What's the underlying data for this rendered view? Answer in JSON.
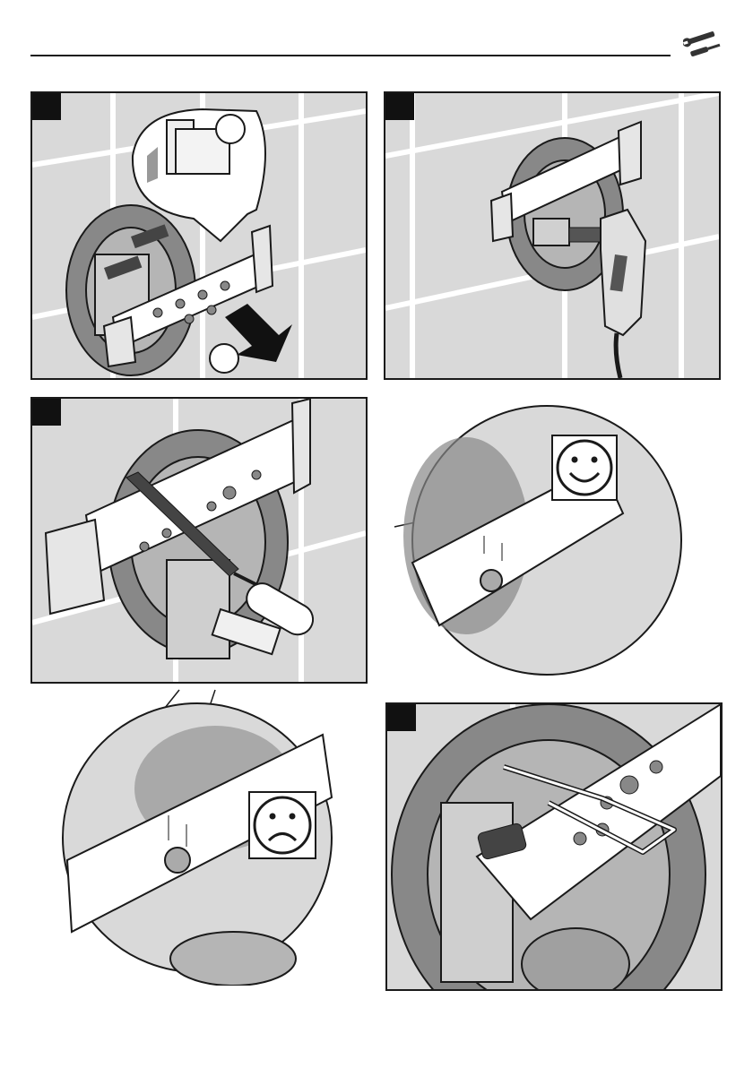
{
  "page": {
    "header_icon": "wrench-screwdriver-icon",
    "accent_color": "#1a1a1a",
    "panel_fill": "#d9d9d9",
    "tile_line_color": "#ffffff"
  },
  "steps": [
    {
      "number": "",
      "scene": "mounting-bar-press-in"
    },
    {
      "number": "",
      "scene": "multitool-cut"
    },
    {
      "number": "",
      "scene": "file-deburr"
    },
    {
      "number": "",
      "scene": "allen-key-fix"
    }
  ],
  "callouts": {
    "ok": {
      "icon": "happy-face-icon"
    },
    "not_ok": {
      "icon": "sad-face-icon"
    }
  }
}
